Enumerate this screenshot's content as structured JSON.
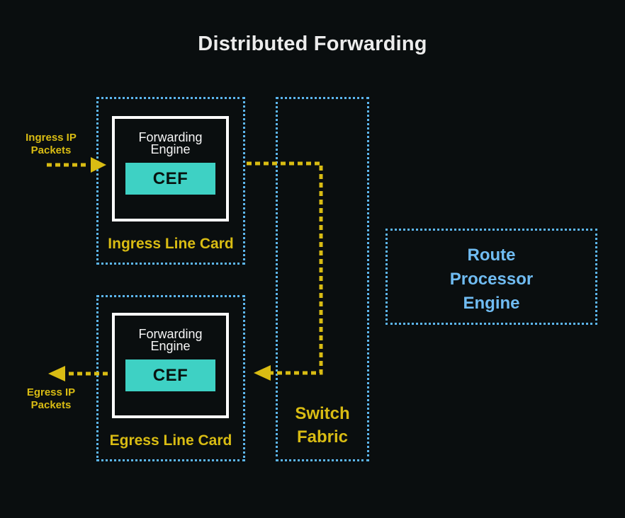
{
  "title": "Distributed Forwarding",
  "colors": {
    "background": "#0a0e0f",
    "dashed_border_blue": "#5cb6ef",
    "accent_yellow": "#d9bc13",
    "cef_teal": "#3ed1c4",
    "route_text_blue": "#70bcf2",
    "engine_box_border": "#ffffff",
    "title_text": "#ececec"
  },
  "nodes": {
    "ingress_line_card": {
      "label": "Ingress Line Card"
    },
    "egress_line_card": {
      "label": "Egress Line Card"
    },
    "switch_fabric": {
      "lines": [
        "Switch",
        "Fabric"
      ]
    },
    "route_processor_engine": {
      "lines": [
        "Route",
        "Processor",
        "Engine"
      ]
    },
    "forwarding_engine": {
      "lines": [
        "Forwarding",
        "Engine"
      ],
      "cef_label": "CEF"
    }
  },
  "flows": {
    "ingress_packets": {
      "lines": [
        "Ingress IP",
        "Packets"
      ],
      "direction": "right-into-ingress-line-card"
    },
    "fabric_path": {
      "direction": "from-ingress-line-card-through-switch-fabric-into-egress-line-card"
    },
    "egress_packets": {
      "lines": [
        "Egress IP",
        "Packets"
      ],
      "direction": "left-out-of-egress-line-card"
    }
  }
}
